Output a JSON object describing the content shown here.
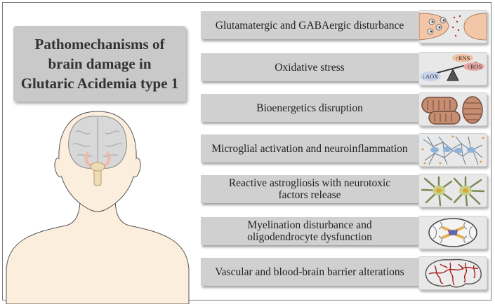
{
  "title": {
    "lines": [
      "Pathomechanisms of",
      "brain damage in",
      "Glutaric Acidemia type 1"
    ]
  },
  "mechanisms": [
    {
      "lines": [
        "Glutamatergic and GABAergic disturbance"
      ],
      "icon": "synapse-icon"
    },
    {
      "lines": [
        "Oxidative stress"
      ],
      "icon": "balance-scale-icon",
      "icon_labels": {
        "rns": "↑RNS",
        "ros": "↑ROS",
        "aox": "↓AOX"
      }
    },
    {
      "lines": [
        "Bioenergetics disruption"
      ],
      "icon": "mitochondria-icon"
    },
    {
      "lines": [
        "Microglial activation and neuroinflammation"
      ],
      "icon": "microglia-icon"
    },
    {
      "lines": [
        "Reactive astrogliosis with neurotoxic",
        "factors release"
      ],
      "icon": "astrocyte-icon"
    },
    {
      "lines": [
        "Myelination disturbance and",
        "oligodendrocyte dysfunction"
      ],
      "icon": "brain-section-icon"
    },
    {
      "lines": [
        "Vascular and blood-brain barrier alterations"
      ],
      "icon": "brain-vessels-icon"
    }
  ],
  "colors": {
    "box_fill": "#d0d0d0",
    "title_fill": "#c9c9c9",
    "skin": "#fbeedd",
    "brain": "#d8d8d8",
    "basal_ganglia": "#f2b7a6",
    "brainstem": "#f0dcb4",
    "vessel_red": "#a51c1c",
    "mito": "#c68d72"
  }
}
